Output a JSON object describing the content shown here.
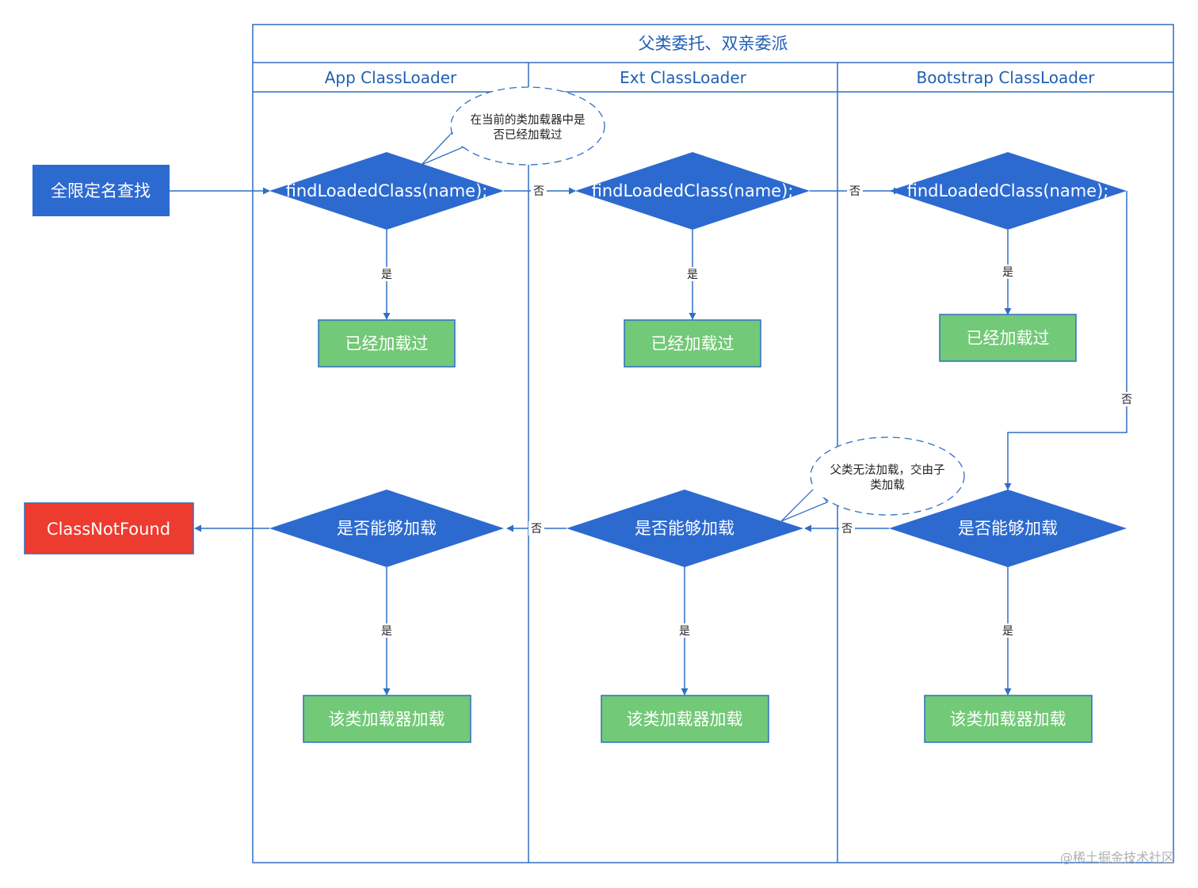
{
  "colors": {
    "lane_border": "#2f6fc4",
    "lane_text": "#1f5fb5",
    "blue_node": "#2c6ad0",
    "green_node": "#72c977",
    "red_node": "#ee3b30",
    "edge": "#2f6fc4"
  },
  "pool": {
    "title": "父类委托、双亲委派",
    "lanes": [
      "App ClassLoader",
      "Ext ClassLoader",
      "Bootstrap ClassLoader"
    ]
  },
  "nodes": {
    "start": "全限定名查找",
    "find_app": "findLoadedClass(name);",
    "find_ext": "findLoadedClass(name);",
    "find_boot": "findLoadedClass(name);",
    "loaded_app": "已经加载过",
    "loaded_ext": "已经加载过",
    "loaded_boot": "已经加载过",
    "can_app": "是否能够加载",
    "can_ext": "是否能够加载",
    "can_boot": "是否能够加载",
    "load_app": "该类加载器加载",
    "load_ext": "该类加载器加载",
    "load_boot": "该类加载器加载",
    "not_found": "ClassNotFound"
  },
  "notes": {
    "note1": [
      "在当前的类加载器中是",
      "否已经加载过"
    ],
    "note2": [
      "父类无法加载，交由子",
      "类加载"
    ]
  },
  "edge_labels": {
    "yes": "是",
    "no": "否"
  },
  "watermark": "@稀土掘金技术社区"
}
